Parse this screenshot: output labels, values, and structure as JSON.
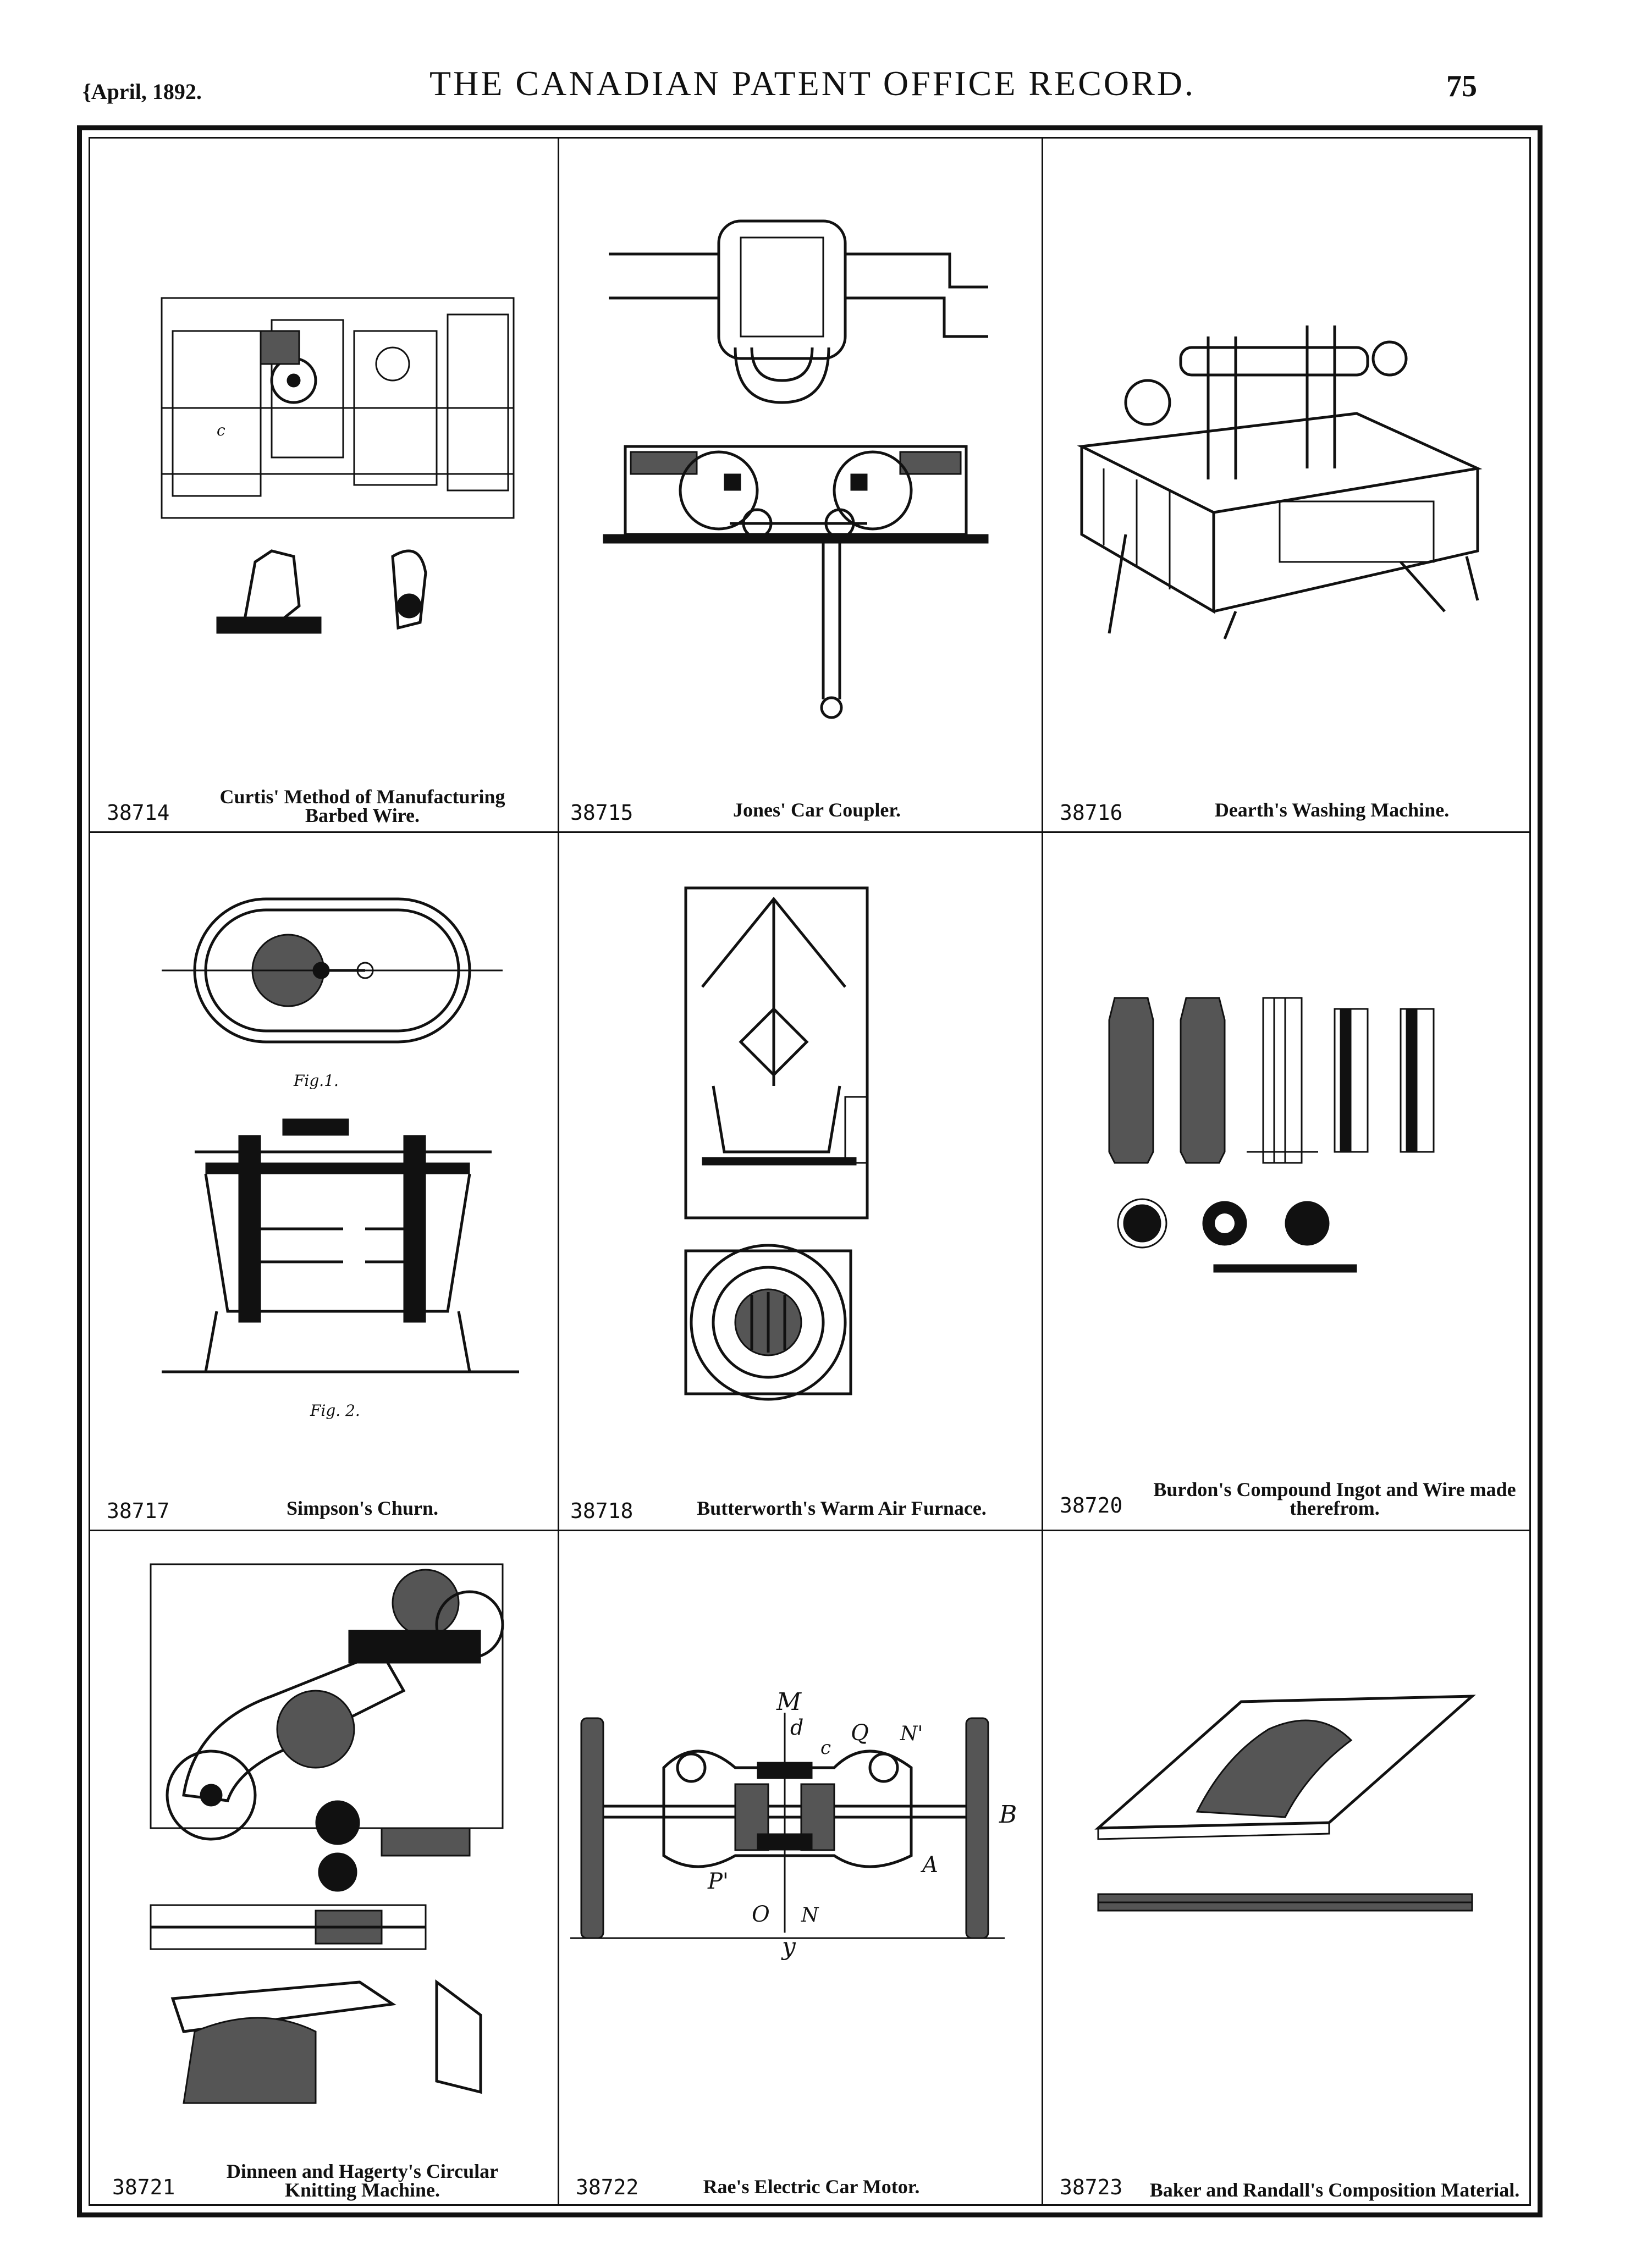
{
  "header": {
    "date": "{April, 1892.",
    "title": "THE CANADIAN PATENT OFFICE RECORD.",
    "page_number": "75"
  },
  "patents": [
    {
      "number": "38714",
      "title": "Curtis' Method of Manufacturing Barbed Wire."
    },
    {
      "number": "38715",
      "title": "Jones' Car Coupler."
    },
    {
      "number": "38716",
      "title": "Dearth's Washing Machine."
    },
    {
      "number": "38717",
      "title": "Simpson's Churn."
    },
    {
      "number": "38718",
      "title": "Butterworth's Warm Air Furnace."
    },
    {
      "number": "38720",
      "title": "Burdon's Compound Ingot and Wire made therefrom."
    },
    {
      "number": "38721",
      "title": "Dinneen and Hagerty's Circular Knitting Machine."
    },
    {
      "number": "38722",
      "title": "Rae's Electric Car Motor."
    },
    {
      "number": "38723",
      "title": "Baker and Randall's Composition Material."
    }
  ],
  "figure_labels": {
    "fig1": "Fig.1.",
    "fig2": "Fig. 2.",
    "motor_m": "M",
    "motor_b": "B",
    "motor_a": "A",
    "motor_y": "y",
    "motor_o": "O",
    "motor_n": "N",
    "motor_p": "P'",
    "motor_q": "Q",
    "motor_n1": "N'",
    "motor_c": "c",
    "motor_d": "d"
  }
}
